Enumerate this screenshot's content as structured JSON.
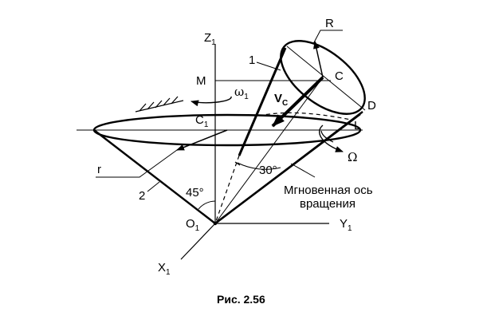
{
  "labels": {
    "z_axis": "Z",
    "z_sub": "1",
    "y_axis": "Y",
    "y_sub": "1",
    "x_axis": "X",
    "x_sub": "1",
    "origin": "O",
    "origin_sub": "1",
    "point_m": "M",
    "point_c1": "C",
    "point_c1_sub": "1",
    "point_c": "C",
    "point_d": "D",
    "point_l": "L",
    "radius_big": "R",
    "radius_small": "r",
    "omega1": "ω",
    "omega1_sub": "1",
    "omega_big": "Ω",
    "velocity": "V",
    "velocity_sub": "C",
    "cone_1": "1",
    "cone_2": "2",
    "angle_45": "45°",
    "angle_30": "30°",
    "axis_label_line1": "Мгновенная ось",
    "axis_label_line2": "вращения"
  },
  "caption": "Рис. 2.56"
}
